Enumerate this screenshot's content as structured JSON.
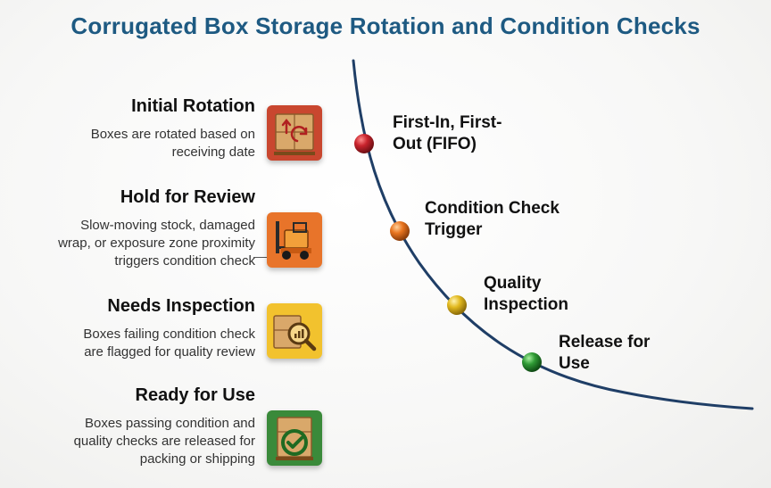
{
  "title": "Corrugated Box Storage Rotation and Condition Checks",
  "steps": [
    {
      "title": "Initial Rotation",
      "desc_lines": [
        "Boxes are rotated based on",
        "receiving date"
      ],
      "icon": "boxes-rotation-icon",
      "color": "#c9472f"
    },
    {
      "title": "Hold for Review",
      "desc_lines": [
        "Slow-moving stock, damaged",
        "wrap, or exposure zone proximity",
        "triggers condition check"
      ],
      "icon": "forklift-icon",
      "color": "#e8742a"
    },
    {
      "title": "Needs Inspection",
      "desc_lines": [
        "Boxes failing condition check",
        "are flagged for quality review"
      ],
      "icon": "magnifier-box-icon",
      "color": "#f2c22e"
    },
    {
      "title": "Ready for Use",
      "desc_lines": [
        "Boxes passing condition and",
        "quality checks are released for",
        "packing or shipping"
      ],
      "icon": "checkmark-box-icon",
      "color": "#3a8a3a"
    }
  ],
  "stages": [
    {
      "lines": [
        "First-In, First-",
        "Out (FIFO)"
      ],
      "color": "#c8232c"
    },
    {
      "lines": [
        "Condition Check",
        "Trigger"
      ],
      "color": "#e8741f"
    },
    {
      "lines": [
        "Quality",
        "Inspection"
      ],
      "color": "#e2b91f"
    },
    {
      "lines": [
        "Release for",
        "Use"
      ],
      "color": "#2f9a35"
    }
  ],
  "colors": {
    "title": "#1e5a82",
    "curve": "#1f3e66"
  }
}
